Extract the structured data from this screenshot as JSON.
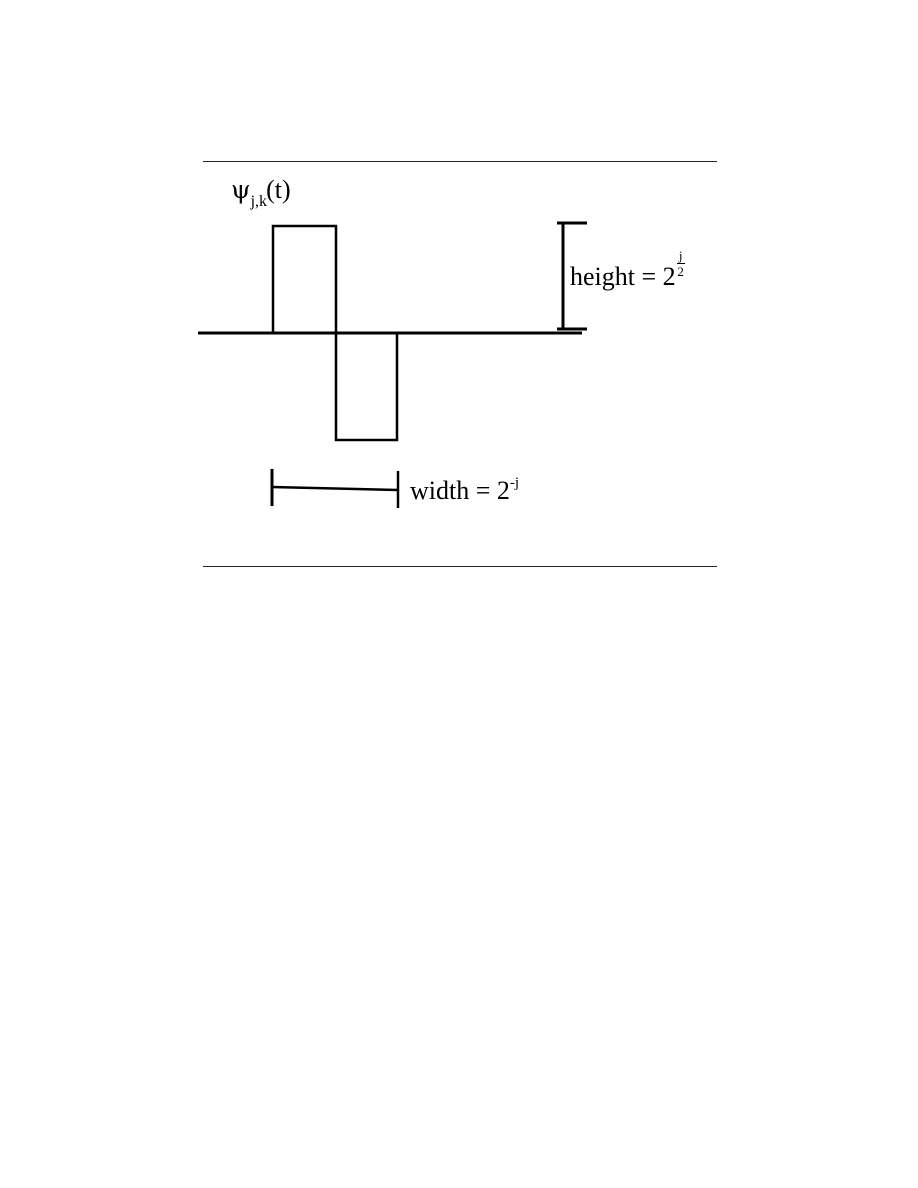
{
  "figure": {
    "function_label": {
      "symbol": "ψ",
      "subscript": "j,k",
      "argument": "(t)"
    },
    "height_annotation": {
      "text": "height = 2",
      "exponent_numerator": "j",
      "exponent_denominator": "2"
    },
    "width_annotation": {
      "text": "width = 2",
      "exponent": "-j"
    }
  }
}
